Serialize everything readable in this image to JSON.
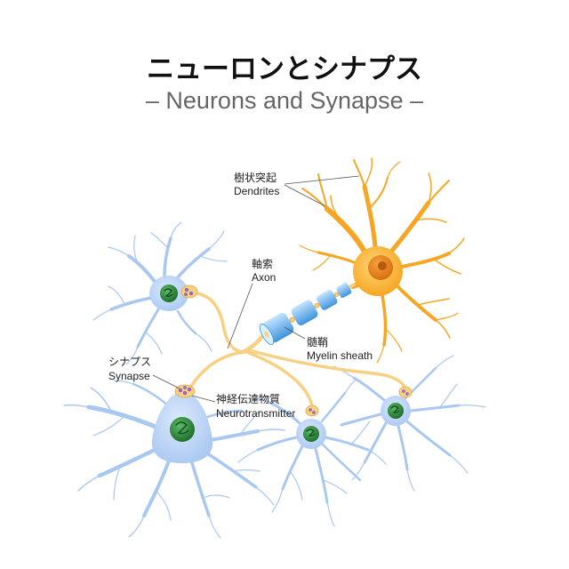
{
  "title": "ニューロンとシナプス",
  "subtitle": "– Neurons and Synapse –",
  "labels": {
    "dendrites": {
      "ja": "樹状突起",
      "en": "Dendrites"
    },
    "axon": {
      "ja": "軸索",
      "en": "Axon"
    },
    "myelin_sheath": {
      "ja": "髄鞘",
      "en": "Myelin sheath"
    },
    "synapse": {
      "ja": "シナプス",
      "en": "Synapse"
    },
    "neurotransmitter": {
      "ja": "神経伝達物質",
      "en": "Neurotransmitter"
    }
  },
  "colors": {
    "orange_neuron": "#f6a623",
    "orange_soma_light": "#ffd779",
    "orange_nucleus": "#d9700f",
    "blue_neuron": "#a9c8f1",
    "blue_soma_light": "#dce9fc",
    "nucleus_green": "#1f6e2c",
    "axon": "#f8d081",
    "myelin": "#3f93dc",
    "myelin_light": "#c4e4ff",
    "neurotransmitter": "#a06ad8",
    "text": "#111111",
    "subtitle": "#666666"
  }
}
